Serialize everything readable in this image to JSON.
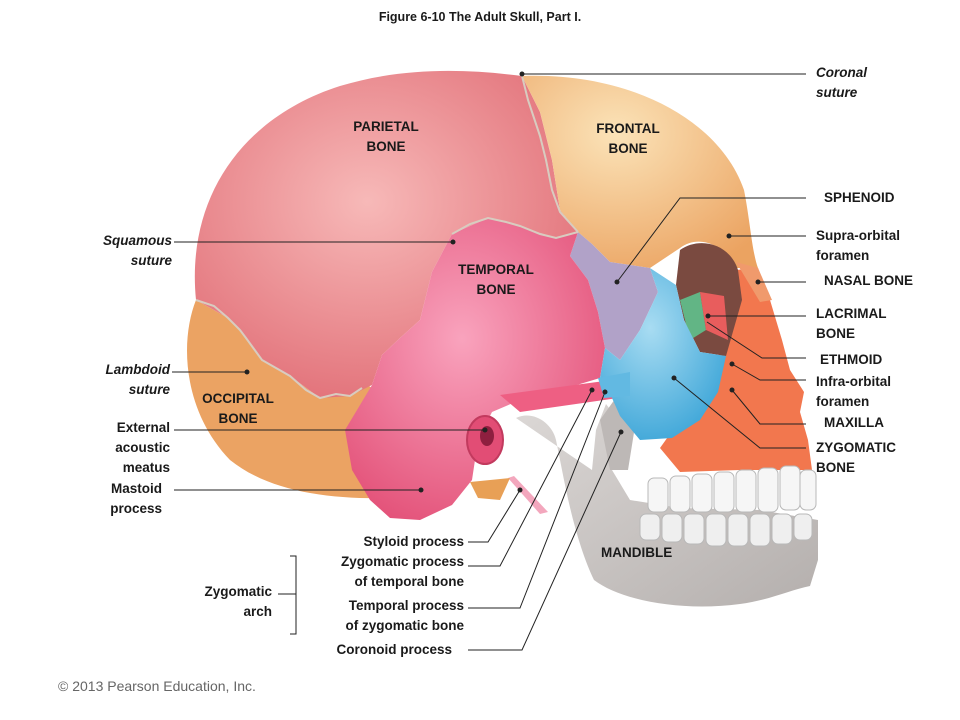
{
  "title": "Figure 6-10  The Adult Skull, Part I.",
  "copyright": "© 2013 Pearson Education, Inc.",
  "colors": {
    "parietal": "#e9747c",
    "frontal": "#f0b070",
    "temporal": "#ee5f83",
    "occipital": "#eba363",
    "sphenoid": "#b1a2c8",
    "zygomatic": "#62b9e2",
    "maxilla": "#f2774e",
    "mandible": "#c9c5c4",
    "lacrimal": "#62b585",
    "teeth": "#f4f4f4",
    "leader_line": "#222222"
  },
  "bone_labels": {
    "parietal": [
      "PARIETAL",
      "BONE"
    ],
    "frontal": [
      "FRONTAL",
      "BONE"
    ],
    "temporal": [
      "TEMPORAL",
      "BONE"
    ],
    "occipital": [
      "OCCIPITAL",
      "BONE"
    ],
    "mandible": "MANDIBLE"
  },
  "callouts_right": {
    "coronal_suture": [
      "Coronal",
      "suture"
    ],
    "sphenoid": "SPHENOID",
    "supraorbital_foramen": [
      "Supra-orbital",
      "foramen"
    ],
    "nasal_bone": "NASAL BONE",
    "lacrimal_bone": [
      "LACRIMAL",
      "BONE"
    ],
    "ethmoid": "ETHMOID",
    "infraorbital_foramen": [
      "Infra-orbital",
      "foramen"
    ],
    "maxilla": "MAXILLA",
    "zygomatic_bone": [
      "ZYGOMATIC",
      "BONE"
    ]
  },
  "callouts_left": {
    "squamous_suture": [
      "Squamous",
      "suture"
    ],
    "lambdoid_suture": [
      "Lambdoid",
      "suture"
    ],
    "external_acoustic_meatus": [
      "External",
      "acoustic",
      "meatus"
    ],
    "mastoid_process": [
      "Mastoid",
      "process"
    ],
    "zygomatic_arch": [
      "Zygomatic",
      "arch"
    ]
  },
  "callouts_bottom": {
    "styloid_process": "Styloid process",
    "zygomatic_process": [
      "Zygomatic process",
      "of temporal bone"
    ],
    "temporal_process": [
      "Temporal process",
      "of zygomatic bone"
    ],
    "coronoid_process": "Coronoid process"
  }
}
